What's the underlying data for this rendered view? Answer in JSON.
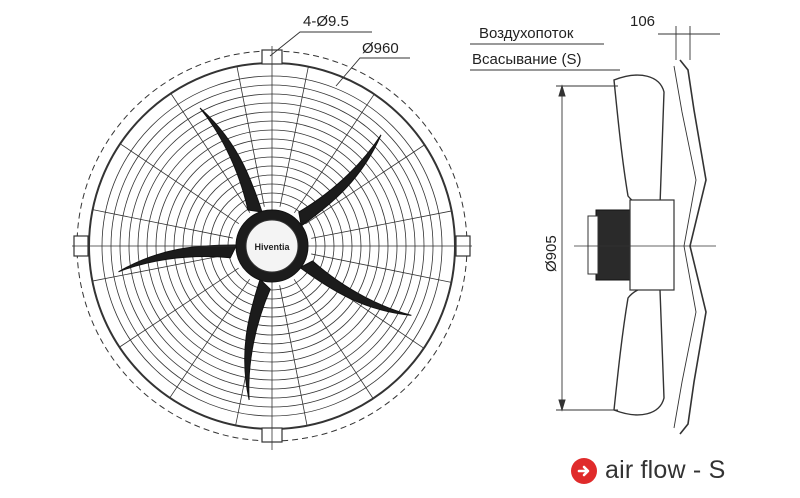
{
  "front_view": {
    "dim_holes": "4-Ø9.5",
    "dim_diameter": "Ø960",
    "hub_logo": "Hiventia"
  },
  "side_view": {
    "airflow_label": "Воздухопоток",
    "airflow_mode_label": "Всасывание (S)",
    "dim_depth": "106",
    "dim_diameter": "Ø905"
  },
  "legend": {
    "text": "air flow - S",
    "icon": "arrow-circle-icon",
    "icon_color": "#e02b2b"
  }
}
